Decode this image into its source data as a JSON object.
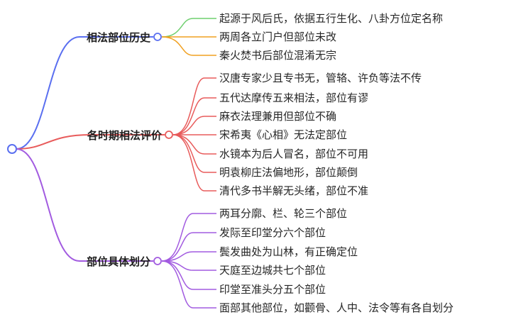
{
  "mindmap": {
    "branches": [
      {
        "label": "相法部位历史",
        "color": "#5a6ff0",
        "leaves": [
          {
            "label": "起源于风后氏，依据五行生化、八卦方位定名称",
            "color": "#6fcf6f"
          },
          {
            "label": "两周各立门户但部位未改",
            "color": "#f0a020"
          },
          {
            "label": "秦火焚书后部位混淆无宗",
            "color": "#f0a020"
          }
        ]
      },
      {
        "label": "各时期相法评价",
        "color": "#e85b5b",
        "leaves": [
          {
            "label": "汉唐专家少且专书无，管辂、许负等法不传",
            "color": "#e85b5b"
          },
          {
            "label": "五代达摩传五来相法，部位有谬",
            "color": "#e85b5b"
          },
          {
            "label": "麻衣法理兼用但部位不确",
            "color": "#e85b5b"
          },
          {
            "label": "宋希夷《心相》无法定部位",
            "color": "#e85b5b"
          },
          {
            "label": "水镜本为后人冒名，部位不可用",
            "color": "#e85b5b"
          },
          {
            "label": "明袁柳庄法偏地形，部位颠倒",
            "color": "#e85b5b"
          },
          {
            "label": "清代多书半解无头绪，部位不准",
            "color": "#e85b5b"
          }
        ]
      },
      {
        "label": "部位具体划分",
        "color": "#a25be0",
        "leaves": [
          {
            "label": "两耳分廓、栏、轮三个部位",
            "color": "#a25be0"
          },
          {
            "label": "发际至印堂分六个部位",
            "color": "#a25be0"
          },
          {
            "label": "鬓发曲处为山林，有正确定位",
            "color": "#a25be0"
          },
          {
            "label": "天庭至边城共七个部位",
            "color": "#a25be0"
          },
          {
            "label": "印堂至准头分五个部位",
            "color": "#a25be0"
          },
          {
            "label": "面部其他部位，如颧骨、人中、法令等有各自划分",
            "color": "#a25be0"
          }
        ]
      }
    ]
  }
}
